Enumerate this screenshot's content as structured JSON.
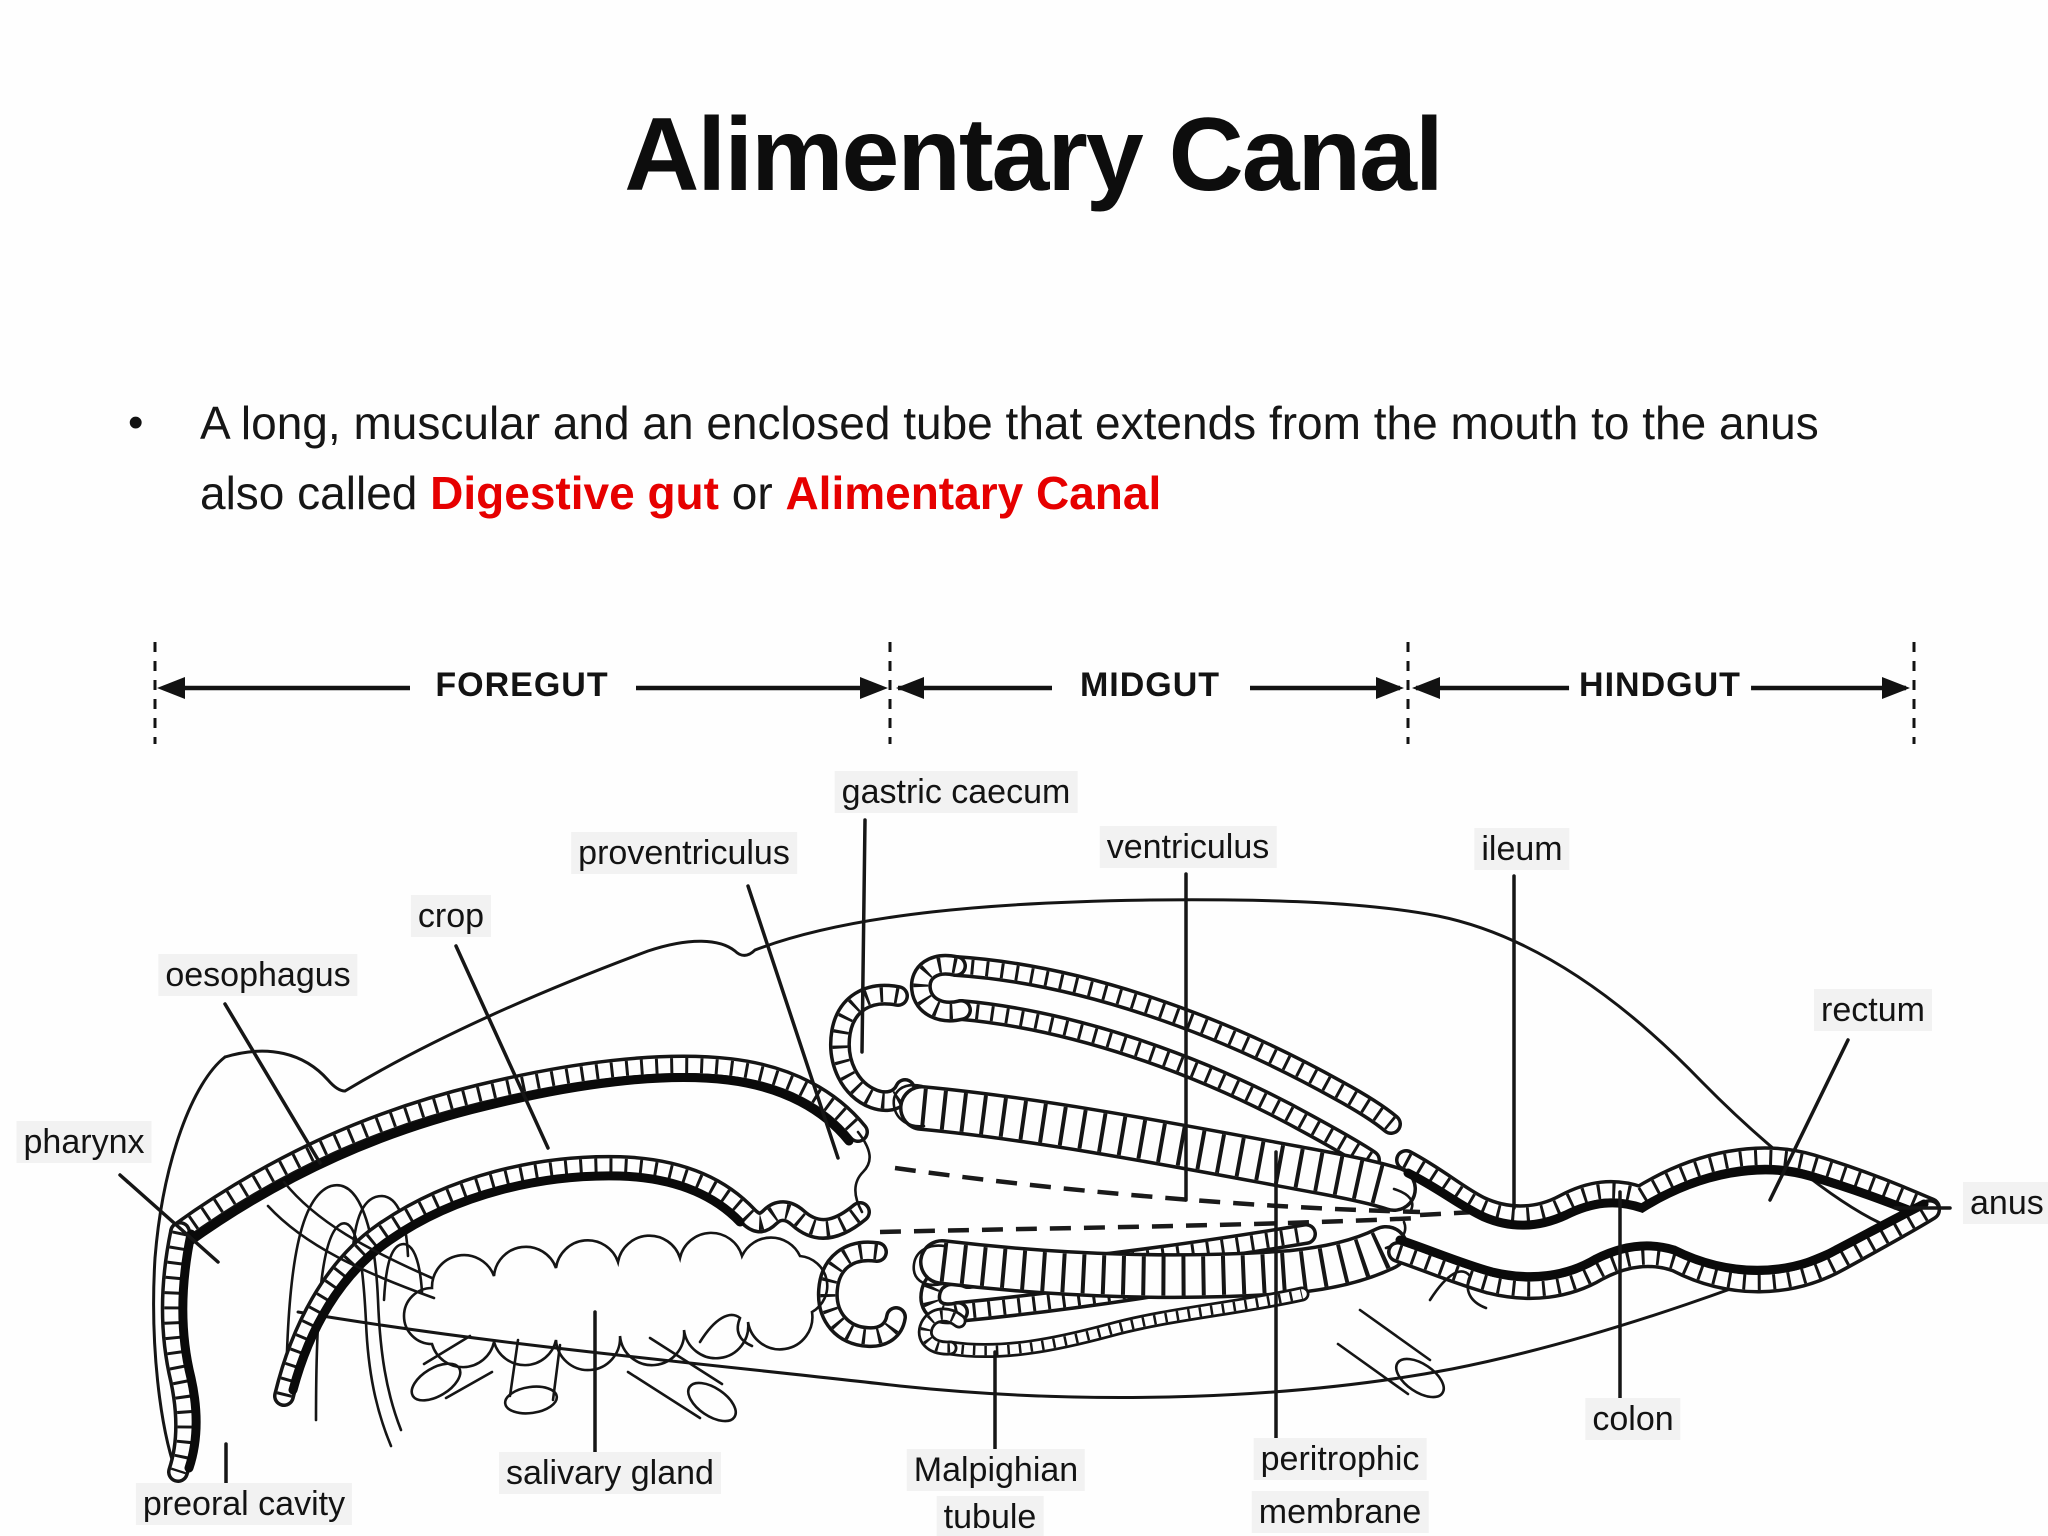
{
  "slide": {
    "title": "Alimentary Canal"
  },
  "bullet": {
    "marker": "•",
    "text_1": "A long, muscular and an enclosed tube that extends from the mouth to the anus also called ",
    "red_1": "Digestive gut",
    "text_2": " or ",
    "red_2": "Alimentary Canal"
  },
  "regions": {
    "items": [
      {
        "label": "FOREGUT"
      },
      {
        "label": "MIDGUT"
      },
      {
        "label": "HINDGUT"
      }
    ]
  },
  "diagram": {
    "labels": {
      "pharynx": "pharynx",
      "oesophagus": "oesophagus",
      "crop": "crop",
      "proventriculus": "proventriculus",
      "gastric_caecum": "gastric caecum",
      "ventriculus": "ventriculus",
      "ileum": "ileum",
      "rectum": "rectum",
      "anus": "anus",
      "colon": "colon",
      "peritrophic_1": "peritrophic",
      "peritrophic_2": "membrane",
      "malpighian_1": "Malpighian",
      "malpighian_2": "tubule",
      "preoral_cavity": "preoral cavity",
      "salivary_gland": "salivary gland"
    }
  },
  "colors": {
    "accent_red": "#e60000",
    "ink": "#141414",
    "background": "#fefefe"
  }
}
